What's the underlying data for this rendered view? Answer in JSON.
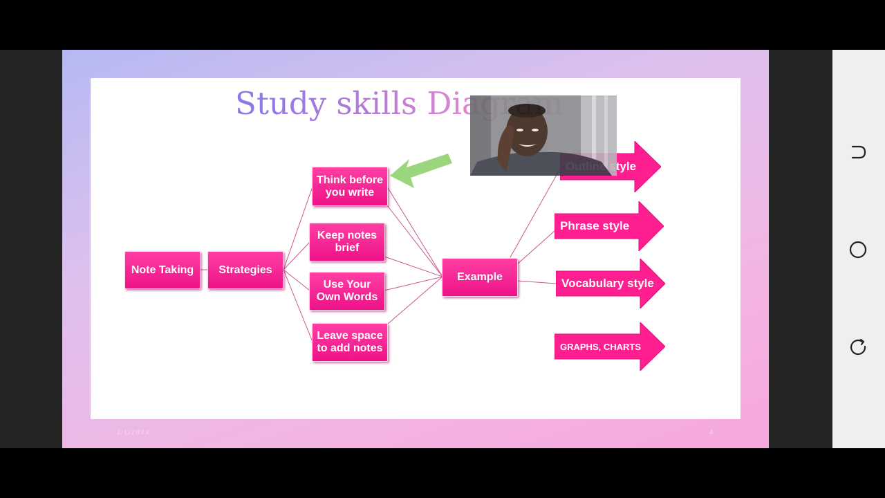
{
  "slide": {
    "title": "Study skills Diagram",
    "nodes": {
      "note_taking": "Note Taking",
      "strategies": "Strategies",
      "think_before": "Think before you write",
      "keep_notes": "Keep notes brief",
      "use_words": "Use Your Own Words",
      "leave_space": "Leave space to add notes",
      "example": "Example"
    },
    "arrows": {
      "outline": "Outline style",
      "phrase": "Phrase style",
      "vocabulary": "Vocabulary style",
      "graphs": "GRAPHS, CHARTS"
    },
    "footer": {
      "date": "3/1/20XX",
      "page": "4"
    }
  },
  "navigation": {
    "icons": [
      "recent-apps-icon",
      "home-icon",
      "back-icon"
    ]
  },
  "colors": {
    "node": "#ff2c97",
    "connector": "#c2377f",
    "green_arrow": "#9bd57c",
    "title_start": "#8a78e8",
    "title_end": "#f4a2d6"
  }
}
